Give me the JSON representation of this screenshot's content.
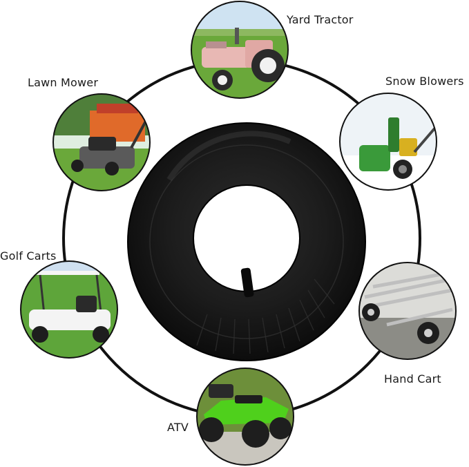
{
  "product": {
    "name": "inner tube"
  },
  "applications": [
    {
      "id": "yard-tractor",
      "label": "Yard Tractor"
    },
    {
      "id": "lawn-mower",
      "label": "Lawn Mower"
    },
    {
      "id": "snow-blowers",
      "label": "Snow Blowers"
    },
    {
      "id": "golf-carts",
      "label": "Golf Carts"
    },
    {
      "id": "hand-cart",
      "label": "Hand Cart"
    },
    {
      "id": "atv",
      "label": "ATV"
    }
  ],
  "colors": {
    "ring": "#111111",
    "tube": "#1c1c1c",
    "tractor": "#e8b8b4",
    "snow_blower": "#3a9a3a",
    "atv": "#4fd01c",
    "grass": "#6aa83a"
  }
}
